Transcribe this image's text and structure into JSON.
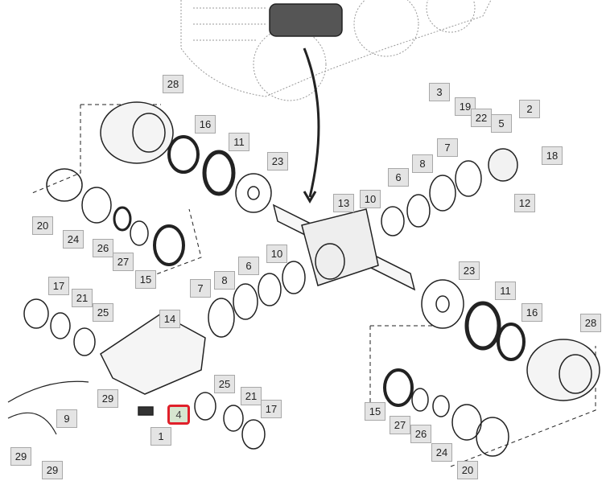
{
  "diagram": {
    "title": "Axle assembly exploded view",
    "highlight_color": "#e0202a",
    "selected_callout": "4",
    "callouts": [
      "28",
      "16",
      "11",
      "23",
      "20",
      "24",
      "26",
      "27",
      "15",
      "3",
      "19",
      "22",
      "5",
      "2",
      "7",
      "8",
      "18",
      "6",
      "10",
      "13",
      "12",
      "10",
      "6",
      "8",
      "7",
      "17",
      "21",
      "25",
      "14",
      "23",
      "11",
      "16",
      "28",
      "29",
      "25",
      "21",
      "17",
      "9",
      "4",
      "1",
      "15",
      "27",
      "26",
      "24",
      "20",
      "29",
      "29"
    ]
  }
}
